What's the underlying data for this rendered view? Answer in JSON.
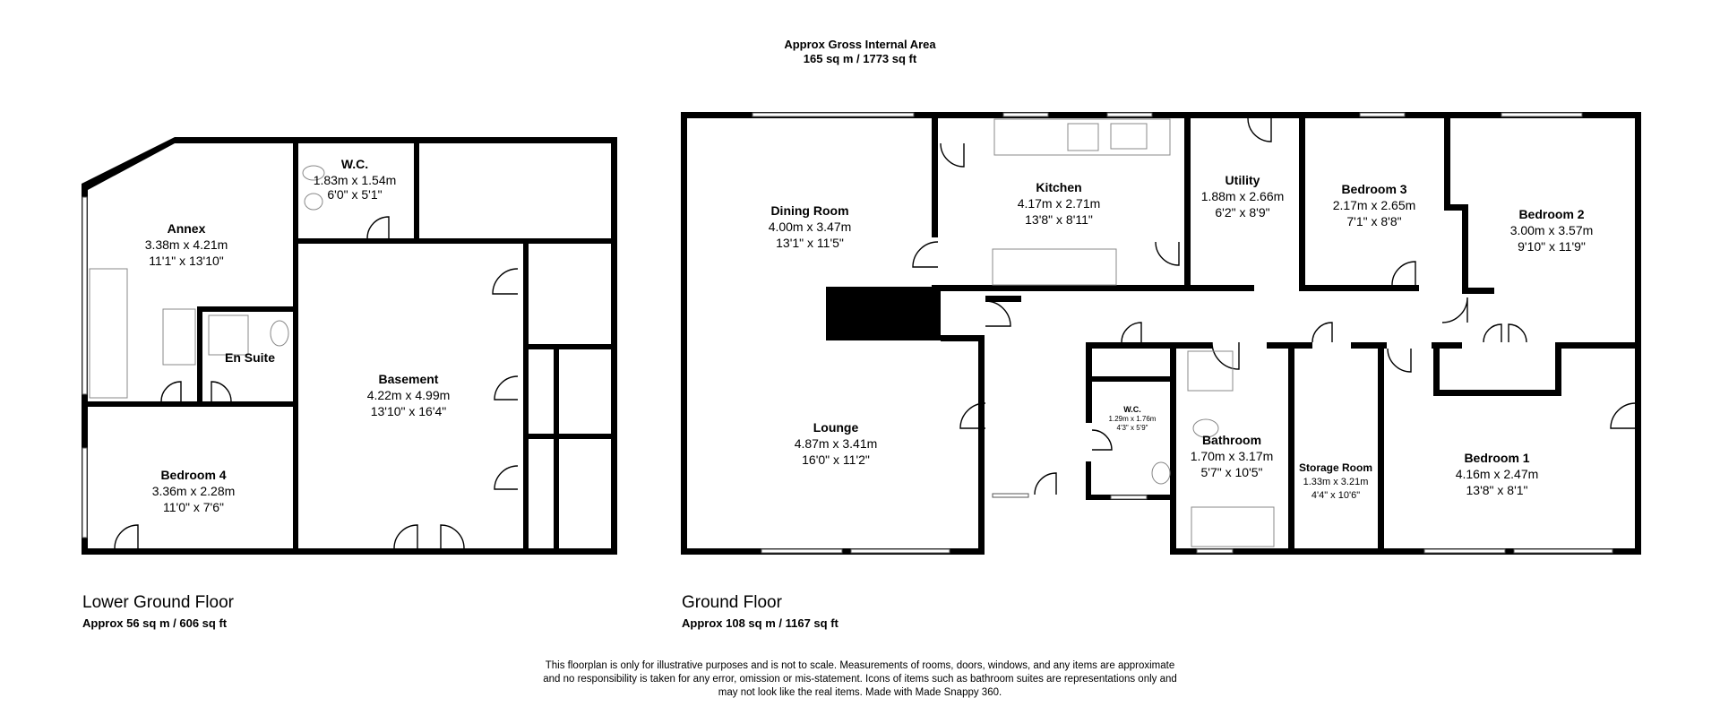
{
  "header": {
    "line1": "Approx Gross Internal Area",
    "line2": "165 sq m / 1773 sq ft"
  },
  "floors": {
    "lower": {
      "name": "Lower Ground Floor",
      "area": "Approx 56 sq m / 606 sq ft"
    },
    "ground": {
      "name": "Ground Floor",
      "area": "Approx 108 sq m / 1167 sq ft"
    }
  },
  "rooms": {
    "annex": {
      "name": "Annex",
      "metric": "3.38m x 4.21m",
      "imperial": "11'1\" x 13'10\""
    },
    "wc_lower": {
      "name": "W.C.",
      "metric": "1.83m x 1.54m",
      "imperial": "6'0\" x 5'1\""
    },
    "en_suite": {
      "name": "En Suite"
    },
    "basement": {
      "name": "Basement",
      "metric": "4.22m x 4.99m",
      "imperial": "13'10\" x 16'4\""
    },
    "bedroom4": {
      "name": "Bedroom 4",
      "metric": "3.36m x 2.28m",
      "imperial": "11'0\" x 7'6\""
    },
    "dining": {
      "name": "Dining Room",
      "metric": "4.00m x 3.47m",
      "imperial": "13'1\" x 11'5\""
    },
    "kitchen": {
      "name": "Kitchen",
      "metric": "4.17m x 2.71m",
      "imperial": "13'8\" x 8'11\""
    },
    "utility": {
      "name": "Utility",
      "metric": "1.88m x 2.66m",
      "imperial": "6'2\" x 8'9\""
    },
    "bedroom3": {
      "name": "Bedroom 3",
      "metric": "2.17m x 2.65m",
      "imperial": "7'1\" x 8'8\""
    },
    "bedroom2": {
      "name": "Bedroom 2",
      "metric": "3.00m x 3.57m",
      "imperial": "9'10\" x 11'9\""
    },
    "lounge": {
      "name": "Lounge",
      "metric": "4.87m x 3.41m",
      "imperial": "16'0\" x 11'2\""
    },
    "wc_ground": {
      "name": "W.C.",
      "metric": "1.29m x 1.76m",
      "imperial": "4'3\" x 5'9\""
    },
    "bathroom": {
      "name": "Bathroom",
      "metric": "1.70m x 3.17m",
      "imperial": "5'7\" x 10'5\""
    },
    "storage": {
      "name": "Storage Room",
      "metric": "1.33m x 3.21m",
      "imperial": "4'4\" x 10'6\""
    },
    "bedroom1": {
      "name": "Bedroom 1",
      "metric": "4.16m x 2.47m",
      "imperial": "13'8\" x 8'1\""
    }
  },
  "disclaimer": {
    "line1": "This floorplan is only for illustrative purposes and is not to scale. Measurements of rooms, doors, windows, and any items are approximate",
    "line2": "and no responsibility is taken for any error, omission or mis-statement. Icons of items such as bathroom suites are representations only and",
    "line3": "may not look like the real items. Made with Made Snappy 360."
  }
}
